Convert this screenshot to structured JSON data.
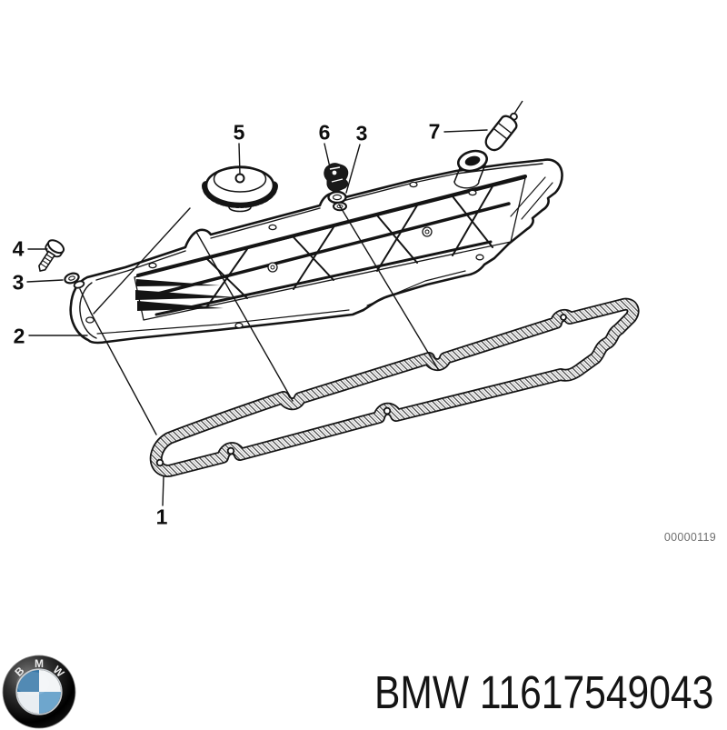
{
  "diagram": {
    "callouts": [
      {
        "label": "5"
      },
      {
        "label": "6"
      },
      {
        "label": "3"
      },
      {
        "label": "7"
      },
      {
        "label": "4"
      },
      {
        "label": "3"
      },
      {
        "label": "2"
      },
      {
        "label": "1"
      }
    ],
    "watermark": "00000119"
  },
  "footer": {
    "part_text": "BMW 11617549043",
    "logo": {
      "letters": [
        "B",
        "M",
        "W"
      ],
      "blue": "#3677a8",
      "blue_light": "#6ea6cd",
      "ring": "#141414"
    }
  },
  "colors": {
    "background": "#ffffff",
    "ink": "#141414",
    "watermark": "#6e6e6e"
  }
}
